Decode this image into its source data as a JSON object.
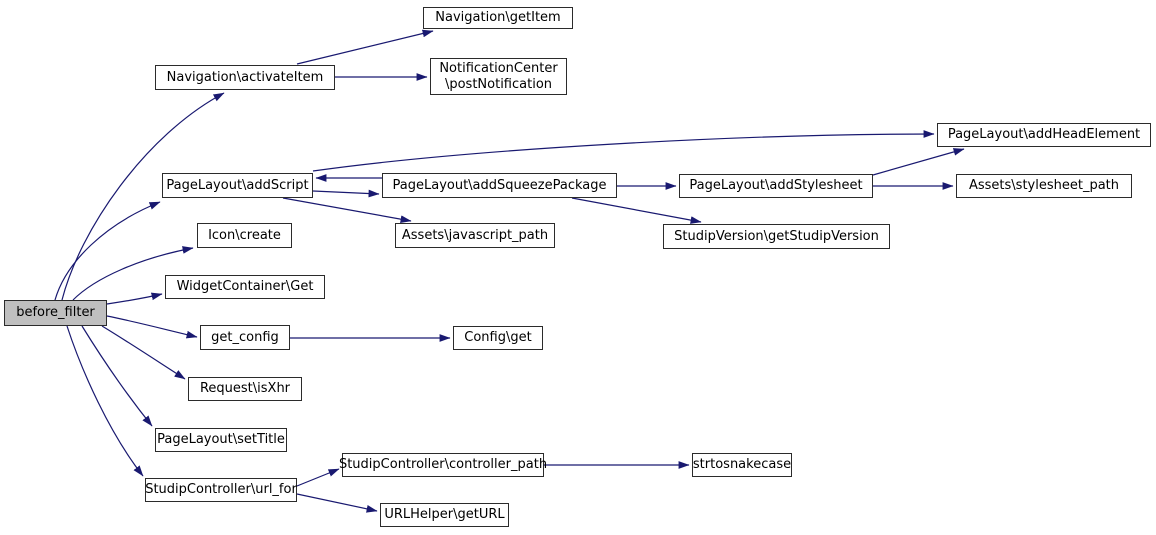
{
  "diagram": {
    "kind": "call-graph",
    "root": "before_filter",
    "colors": {
      "edge": "#191970",
      "node_border": "#2b2b2b",
      "node_fill": "#ffffff",
      "root_node_fill": "#bfbfbf",
      "background": "#ffffff",
      "text": "#000000"
    },
    "nodes": {
      "before_filter": {
        "label": "before_filter"
      },
      "navigation_activateitem": {
        "label": "Navigation\\activateItem"
      },
      "navigation_getitem": {
        "label": "Navigation\\getItem"
      },
      "notificationcenter_postnotification": {
        "label": "NotificationCenter\n\\postNotification"
      },
      "pagelayout_addscript": {
        "label": "PageLayout\\addScript"
      },
      "pagelayout_addsqueezepackage": {
        "label": "PageLayout\\addSqueezePackage"
      },
      "pagelayout_addstylesheet": {
        "label": "PageLayout\\addStylesheet"
      },
      "pagelayout_addheadelement": {
        "label": "PageLayout\\addHeadElement"
      },
      "assets_stylesheet_path": {
        "label": "Assets\\stylesheet_path"
      },
      "studipversion_getstudipversion": {
        "label": "StudipVersion\\getStudipVersion"
      },
      "assets_javascript_path": {
        "label": "Assets\\javascript_path"
      },
      "icon_create": {
        "label": "Icon\\create"
      },
      "widgetcontainer_get": {
        "label": "WidgetContainer\\Get"
      },
      "get_config": {
        "label": "get_config"
      },
      "config_get": {
        "label": "Config\\get"
      },
      "request_isxhr": {
        "label": "Request\\isXhr"
      },
      "pagelayout_settitle": {
        "label": "PageLayout\\setTitle"
      },
      "studipcontroller_url_for": {
        "label": "StudipController\\url_for"
      },
      "studipcontroller_controller_path": {
        "label": "StudipController\\controller_path"
      },
      "strtosnakecase": {
        "label": "strtosnakecase"
      },
      "urlhelper_geturl": {
        "label": "URLHelper\\getURL"
      }
    },
    "edges": [
      {
        "from": "before_filter",
        "to": "navigation_activateitem"
      },
      {
        "from": "before_filter",
        "to": "pagelayout_addscript"
      },
      {
        "from": "before_filter",
        "to": "icon_create"
      },
      {
        "from": "before_filter",
        "to": "widgetcontainer_get"
      },
      {
        "from": "before_filter",
        "to": "get_config"
      },
      {
        "from": "before_filter",
        "to": "request_isxhr"
      },
      {
        "from": "before_filter",
        "to": "pagelayout_settitle"
      },
      {
        "from": "before_filter",
        "to": "studipcontroller_url_for"
      },
      {
        "from": "navigation_activateitem",
        "to": "navigation_getitem"
      },
      {
        "from": "navigation_activateitem",
        "to": "notificationcenter_postnotification"
      },
      {
        "from": "pagelayout_addscript",
        "to": "pagelayout_addheadelement"
      },
      {
        "from": "pagelayout_addscript",
        "to": "pagelayout_addsqueezepackage"
      },
      {
        "from": "pagelayout_addsqueezepackage",
        "to": "pagelayout_addscript"
      },
      {
        "from": "pagelayout_addscript",
        "to": "assets_javascript_path"
      },
      {
        "from": "pagelayout_addsqueezepackage",
        "to": "pagelayout_addstylesheet"
      },
      {
        "from": "pagelayout_addsqueezepackage",
        "to": "studipversion_getstudipversion"
      },
      {
        "from": "pagelayout_addstylesheet",
        "to": "pagelayout_addheadelement"
      },
      {
        "from": "pagelayout_addstylesheet",
        "to": "assets_stylesheet_path"
      },
      {
        "from": "get_config",
        "to": "config_get"
      },
      {
        "from": "studipcontroller_url_for",
        "to": "studipcontroller_controller_path"
      },
      {
        "from": "studipcontroller_url_for",
        "to": "urlhelper_geturl"
      },
      {
        "from": "studipcontroller_controller_path",
        "to": "strtosnakecase"
      }
    ]
  }
}
